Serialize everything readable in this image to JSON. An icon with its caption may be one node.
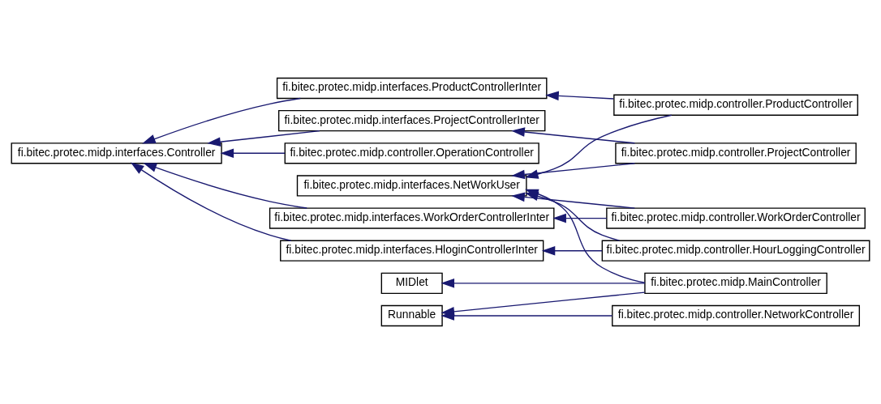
{
  "diagram": {
    "nodes": [
      {
        "text": [
          "fi.bitec.protec.midp.interfaces.Controller"
        ]
      },
      {
        "text": [
          "fi.bitec.protec.midp.interfaces.HloginControllerInter"
        ]
      },
      {
        "text": [
          "fi.bitec.protec.midp.interfaces.ProductControllerInter"
        ]
      },
      {
        "text": [
          "fi.bitec.protec.midp.interfaces.ProjectControllerInter"
        ]
      },
      {
        "text": [
          "fi.bitec.protec.midp.interfaces.NetWorkUser"
        ]
      },
      {
        "text": [
          "fi.bitec.protec.midp.interfaces.WorkOrderControllerInter"
        ]
      },
      {
        "text": [
          "fi.bitec.protec.midp.controller.OperationController"
        ]
      },
      {
        "text": [
          "MIDlet"
        ]
      },
      {
        "text": [
          "Runnable"
        ]
      },
      {
        "text": [
          "fi.bitec.protec.midp.controller.HourLoggingController"
        ]
      },
      {
        "text": [
          "fi.bitec.protec.midp.controller.ProductController"
        ]
      },
      {
        "text": [
          "fi.bitec.protec.midp.controller.ProjectController"
        ]
      },
      {
        "text": [
          "fi.bitec.protec.midp.controller.WorkOrderController"
        ]
      },
      {
        "text": [
          "fi.bitec.protec.midp.MainController"
        ]
      },
      {
        "text": [
          "fi.bitec.protec.midp.controller.NetworkController"
        ]
      }
    ],
    "edges": [
      {
        "from": 1,
        "to": 0,
        "arrow": "to"
      },
      {
        "from": 2,
        "to": 0,
        "arrow": "to"
      },
      {
        "from": 3,
        "to": 0,
        "arrow": "to"
      },
      {
        "from": 5,
        "to": 0,
        "arrow": "to"
      },
      {
        "from": 6,
        "to": 0,
        "arrow": "to"
      },
      {
        "from": 9,
        "to": 1,
        "arrow": "to"
      },
      {
        "from": 9,
        "to": 4,
        "arrow": "to"
      },
      {
        "from": 10,
        "to": 2,
        "arrow": "to"
      },
      {
        "from": 10,
        "to": 4,
        "arrow": "to"
      },
      {
        "from": 11,
        "to": 3,
        "arrow": "to"
      },
      {
        "from": 11,
        "to": 4,
        "arrow": "to"
      },
      {
        "from": 12,
        "to": 5,
        "arrow": "to"
      },
      {
        "from": 12,
        "to": 4,
        "arrow": "to"
      },
      {
        "from": 13,
        "to": 4,
        "arrow": "to"
      },
      {
        "from": 13,
        "to": 7,
        "arrow": "to"
      },
      {
        "from": 13,
        "to": 8,
        "arrow": "to"
      },
      {
        "from": 14,
        "to": 8,
        "arrow": "to"
      }
    ]
  }
}
